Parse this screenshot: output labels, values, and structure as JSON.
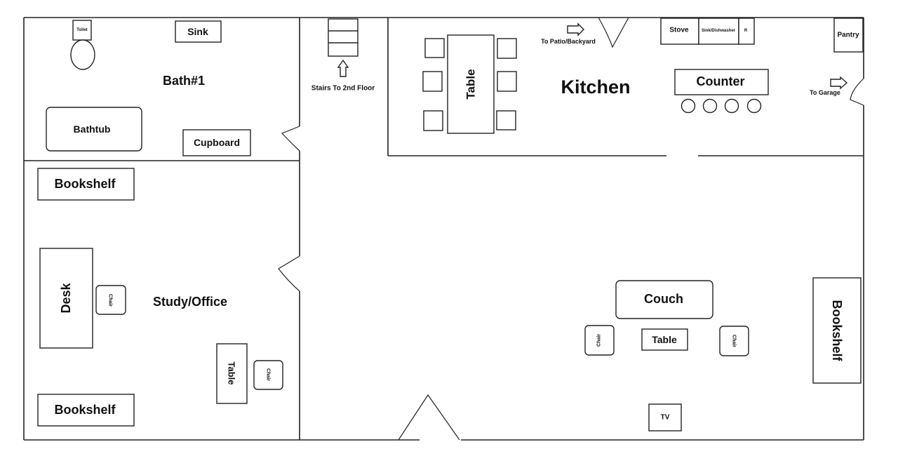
{
  "rooms": {
    "bath": "Bath#1",
    "study": "Study/Office",
    "kitchen": "Kitchen"
  },
  "fixtures": {
    "toilet": "Toilet",
    "sink": "Sink",
    "bathtub": "Bathtub",
    "cupboard": "Cupboard",
    "stairs": "Stairs To 2nd Floor",
    "dining_table": "Table",
    "patio": "To Patio/Backyard",
    "stove": "Stove",
    "sink_dishwasher": "Sink/Dishwasher",
    "fridge": "R",
    "pantry": "Pantry",
    "counter": "Counter",
    "garage": "To Garage",
    "study_bookshelf_top": "Bookshelf",
    "study_bookshelf_bottom": "Bookshelf",
    "desk": "Desk",
    "desk_chair": "Chair",
    "study_table": "Table",
    "study_chair": "Chair",
    "couch": "Couch",
    "living_table": "Table",
    "living_chair_left": "Chair",
    "living_chair_right": "Chair",
    "tv": "TV",
    "living_bookshelf": "Bookshelf"
  }
}
